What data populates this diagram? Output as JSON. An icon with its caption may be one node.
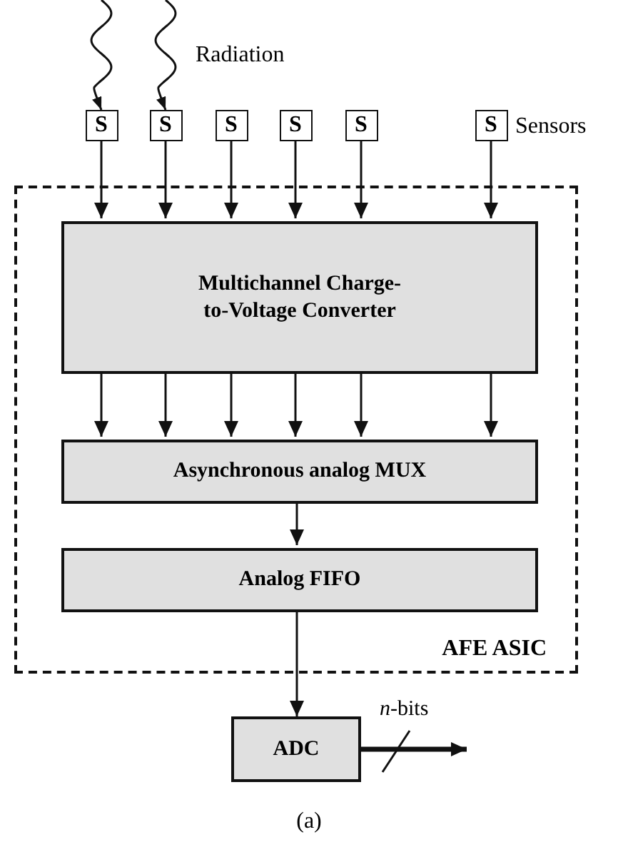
{
  "diagram": {
    "caption": "(a)",
    "nodes": [
      {
        "text": [
          "AFE ASIC"
        ]
      },
      {
        "text": [
          "S"
        ]
      },
      {
        "text": [
          "S"
        ]
      },
      {
        "text": [
          "S"
        ]
      },
      {
        "text": [
          "S"
        ]
      },
      {
        "text": [
          "S"
        ]
      },
      {
        "text": [
          "S"
        ]
      },
      {
        "text": [
          "Multichannel Charge-to-Voltage Converter"
        ],
        "in": 0
      },
      {
        "text": [
          "Asynchronous analog MUX"
        ],
        "in": 0
      },
      {
        "text": [
          "Analog FIFO"
        ],
        "in": 0
      },
      {
        "text": [
          "ADC"
        ]
      }
    ],
    "edges": [
      {
        "from": null,
        "to": 1,
        "arrow": "to"
      },
      {
        "from": null,
        "to": 2,
        "arrow": "to"
      },
      {
        "from": 1,
        "to": 7,
        "arrow": "to"
      },
      {
        "from": 2,
        "to": 7,
        "arrow": "to"
      },
      {
        "from": 3,
        "to": 7,
        "arrow": "to"
      },
      {
        "from": 4,
        "to": 7,
        "arrow": "to"
      },
      {
        "from": 5,
        "to": 7,
        "arrow": "to"
      },
      {
        "from": 6,
        "to": 7,
        "arrow": "to"
      },
      {
        "from": 7,
        "to": 8,
        "arrow": "to"
      },
      {
        "from": 7,
        "to": 8,
        "arrow": "to"
      },
      {
        "from": 7,
        "to": 8,
        "arrow": "to"
      },
      {
        "from": 7,
        "to": 8,
        "arrow": "to"
      },
      {
        "from": 7,
        "to": 8,
        "arrow": "to"
      },
      {
        "from": 7,
        "to": 8,
        "arrow": "to"
      },
      {
        "from": 8,
        "to": 9,
        "arrow": "to"
      },
      {
        "from": 9,
        "to": 10,
        "arrow": "to"
      },
      {
        "from": 10,
        "to": null,
        "arrow": "to",
        "label": "*n*-bits",
        "style": "thick"
      }
    ],
    "labels": [
      "Radiation",
      "Sensors"
    ]
  }
}
